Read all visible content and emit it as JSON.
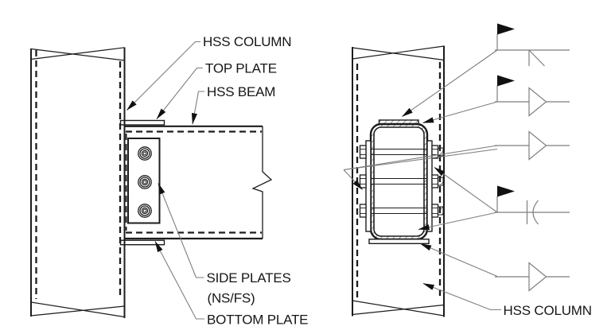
{
  "page": {
    "background": "#ffffff",
    "line_color": "#1c1c1c",
    "leader_color": "#7e7e7e"
  },
  "left_view": {
    "description": "beam-to-column elevation detail",
    "labels": {
      "hss_column": "HSS COLUMN",
      "top_plate": "TOP PLATE",
      "hss_beam": "HSS BEAM",
      "side_plates_1": "SIDE PLATES",
      "side_plates_2": "(NS/FS)",
      "bottom_plate": "BOTTOM PLATE"
    },
    "bolt_count": 3
  },
  "right_view": {
    "description": "connection section through HSS beam",
    "labels": {
      "hss_column": "HSS COLUMN"
    },
    "bolt_rows": 3,
    "weld_symbols": [
      {
        "type": "bevel-groove",
        "field_weld": true
      },
      {
        "type": "fillet",
        "field_weld": true
      },
      {
        "type": "fillet",
        "field_weld": false
      },
      {
        "type": "flare-bevel-groove",
        "field_weld": true
      },
      {
        "type": "fillet",
        "field_weld": false
      }
    ]
  }
}
